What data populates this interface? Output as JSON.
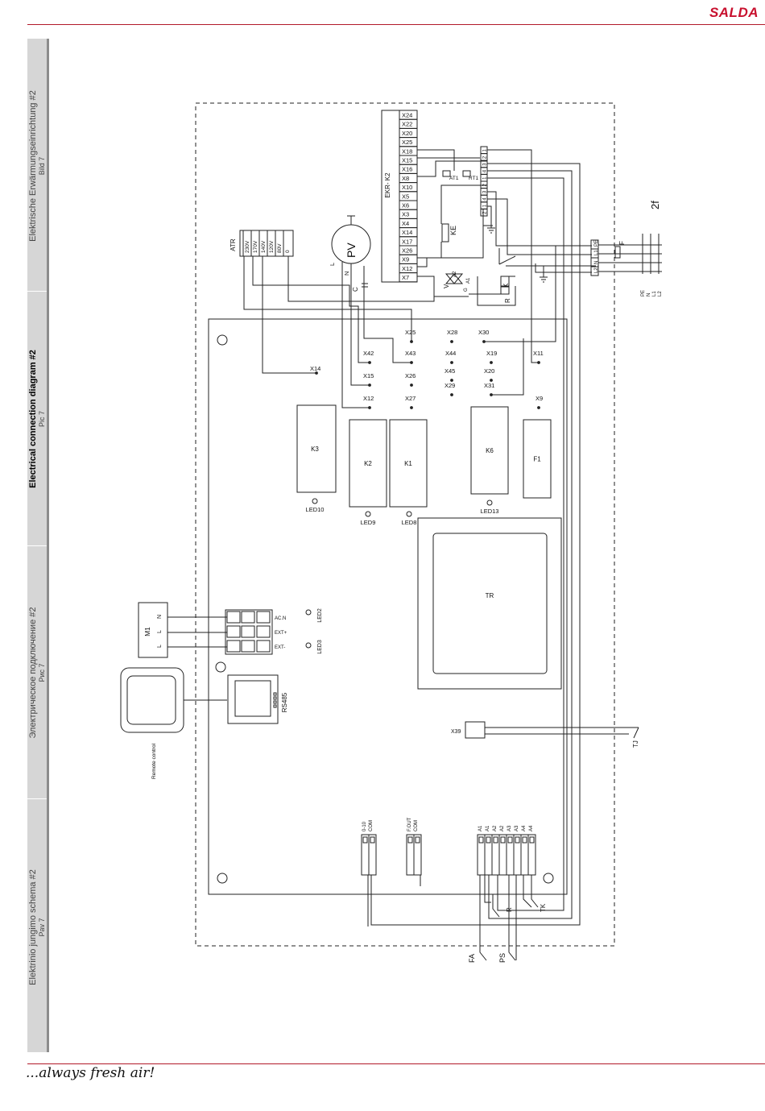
{
  "brand": "SALDA",
  "tagline": "...always fresh air!",
  "sidebar": {
    "sections": [
      {
        "title": "Elektrische Erwärmungseinrichtung #2",
        "sub": "Bild 7"
      },
      {
        "title": "Electrical connection diagram #2",
        "sub": "Pic 7"
      },
      {
        "title": "Электрическое подключение #2",
        "sub": "Рис 7"
      },
      {
        "title": "Elektrinio jungimo schema #2",
        "sub": "Pav 7"
      }
    ]
  },
  "diagram": {
    "ekr_label": "EKR- K2",
    "ekr_terminals": [
      "X24",
      "X22",
      "X20",
      "X25",
      "X18",
      "X15",
      "X16",
      "X8",
      "X10",
      "X5",
      "X6",
      "X3",
      "X4",
      "X14",
      "X17",
      "X26",
      "X9",
      "X12",
      "X7"
    ],
    "atr_label": "ATR",
    "atr_taps": [
      "230V",
      "170V",
      "140V",
      "120V",
      "80V",
      "0"
    ],
    "pv_label": "PV",
    "pv_l": "L",
    "pv_n": "N",
    "c_label": "C",
    "ke_label": "KE",
    "v_label": "V",
    "v_a1": "A1",
    "v_a2": "A2",
    "v_g": "G",
    "k_label": "K",
    "r_label": "R",
    "at1": "AT1",
    "rt1": "RT1",
    "relay_block": [
      "1",
      "2",
      "3",
      "4",
      "1",
      "2",
      "3",
      "4",
      "1",
      "2"
    ],
    "supply_terminals": [
      "PE",
      "L1",
      "N",
      "L2"
    ],
    "supply_labels": [
      "PE",
      "N",
      "L1",
      "L2"
    ],
    "fuse_label": "F",
    "twof_label": "2f",
    "board_terminals": [
      {
        "label": "X25"
      },
      {
        "label": "X28"
      },
      {
        "label": "X30"
      },
      {
        "label": "X42"
      },
      {
        "label": "X43"
      },
      {
        "label": "X44"
      },
      {
        "label": "X19"
      },
      {
        "label": "X11"
      },
      {
        "label": "X14"
      },
      {
        "label": "X45"
      },
      {
        "label": "X20"
      },
      {
        "label": "X15"
      },
      {
        "label": "X26"
      },
      {
        "label": "X29"
      },
      {
        "label": "X31"
      },
      {
        "label": "X12"
      },
      {
        "label": "X27"
      },
      {
        "label": "X9"
      }
    ],
    "relays": [
      "K3",
      "K2",
      "K1",
      "K6",
      "F1"
    ],
    "leds": [
      "LED10",
      "LED9",
      "LED8",
      "LED13"
    ],
    "tr_label": "TR",
    "m1_label": "M1",
    "m1_pins": [
      "L",
      "L",
      "N"
    ],
    "m1_terminal_labels": [
      "AC.N",
      "EXT+",
      "EXT-"
    ],
    "led2": "LED2",
    "led3": "LED3",
    "rs485_label": "RS485",
    "remote_label": "Remote control",
    "x39_label": "X39",
    "tj_label": "TJ",
    "conn_010": [
      "0-10",
      "COM"
    ],
    "conn_fout": [
      "F.OUT",
      "COM"
    ],
    "conn_a": [
      "A1",
      "A1",
      "A2",
      "A2",
      "A3",
      "A3",
      "A4",
      "A4"
    ],
    "bottom_labels": {
      "r": "R",
      "tk": "TK",
      "fa": "FA",
      "ps": "PS"
    }
  }
}
